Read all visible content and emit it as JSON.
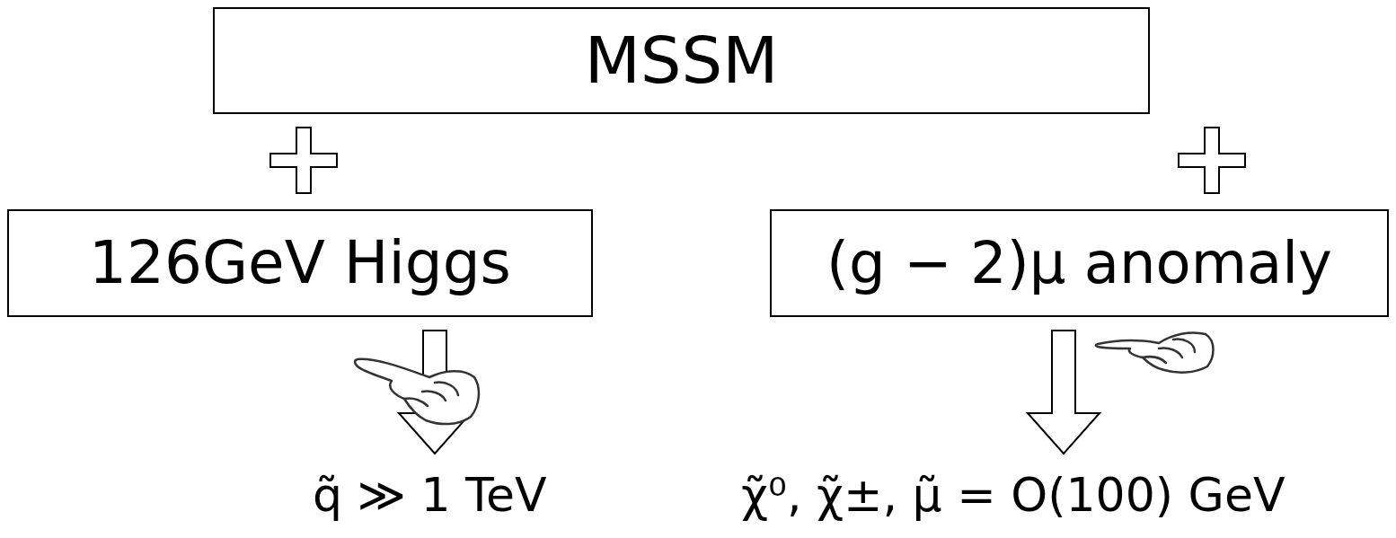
{
  "diagram": {
    "nodes": [
      {
        "text": [
          "MSSM"
        ]
      },
      {
        "text": [
          "126GeV Higgs"
        ]
      },
      {
        "text": [
          "(g − 2)μ anomaly"
        ]
      }
    ],
    "labels": [
      "q̃ ≫ 1 TeV",
      "χ̃⁰, χ̃±, μ̃ = O(100) GeV"
    ]
  }
}
